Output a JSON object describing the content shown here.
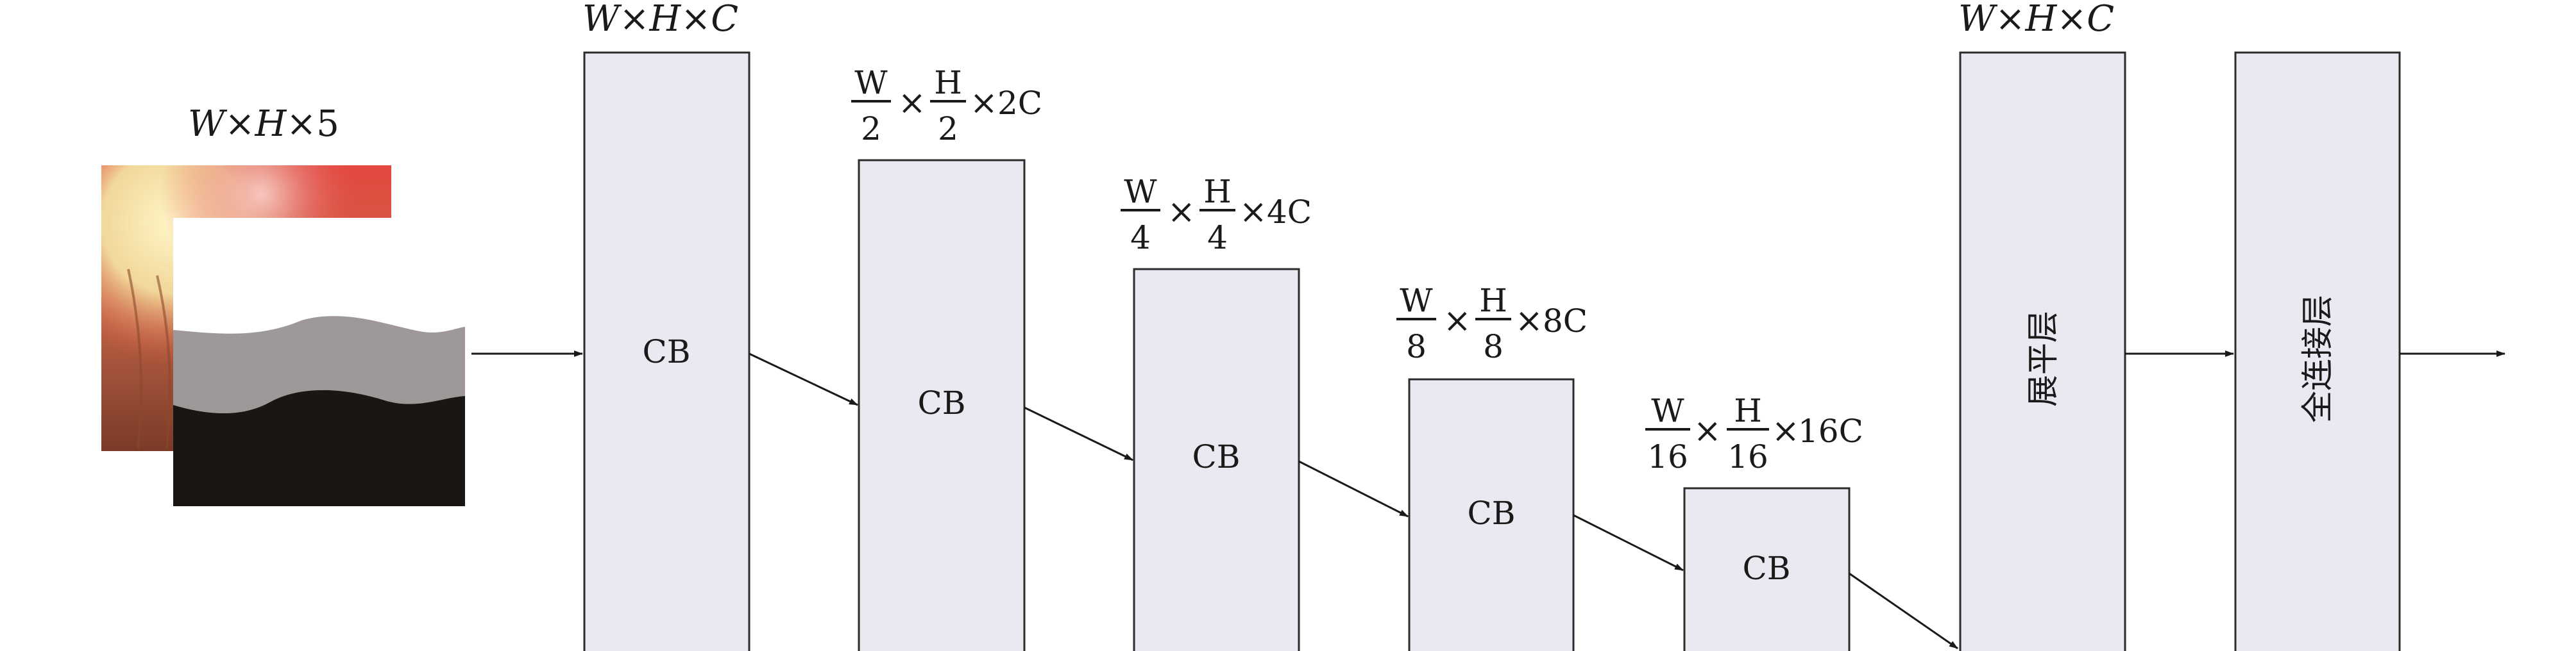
{
  "input": {
    "label_prefix": "W×H×",
    "label_channels": "5"
  },
  "blocks": [
    {
      "label": "CB",
      "dim_text": "W×H×C",
      "w_den": "",
      "h_den": "",
      "mult": ""
    },
    {
      "label": "CB",
      "dim_text": "",
      "w_num": "W",
      "w_den": "2",
      "h_num": "H",
      "h_den": "2",
      "mult": "2C"
    },
    {
      "label": "CB",
      "dim_text": "",
      "w_num": "W",
      "w_den": "4",
      "h_num": "H",
      "h_den": "4",
      "mult": "4C"
    },
    {
      "label": "CB",
      "dim_text": "",
      "w_num": "W",
      "w_den": "8",
      "h_num": "H",
      "h_den": "8",
      "mult": "8C"
    },
    {
      "label": "CB",
      "dim_text": "",
      "w_num": "W",
      "w_den": "16",
      "h_num": "H",
      "h_den": "16",
      "mult": "16C"
    }
  ],
  "flatten": {
    "label": "展平层",
    "dim_text": "W×H×C"
  },
  "fc": {
    "label": "全连接层"
  },
  "symbols": {
    "times": "×"
  },
  "colors": {
    "block_fill": "#e8e9f1",
    "stroke": "#2b2b2b"
  }
}
